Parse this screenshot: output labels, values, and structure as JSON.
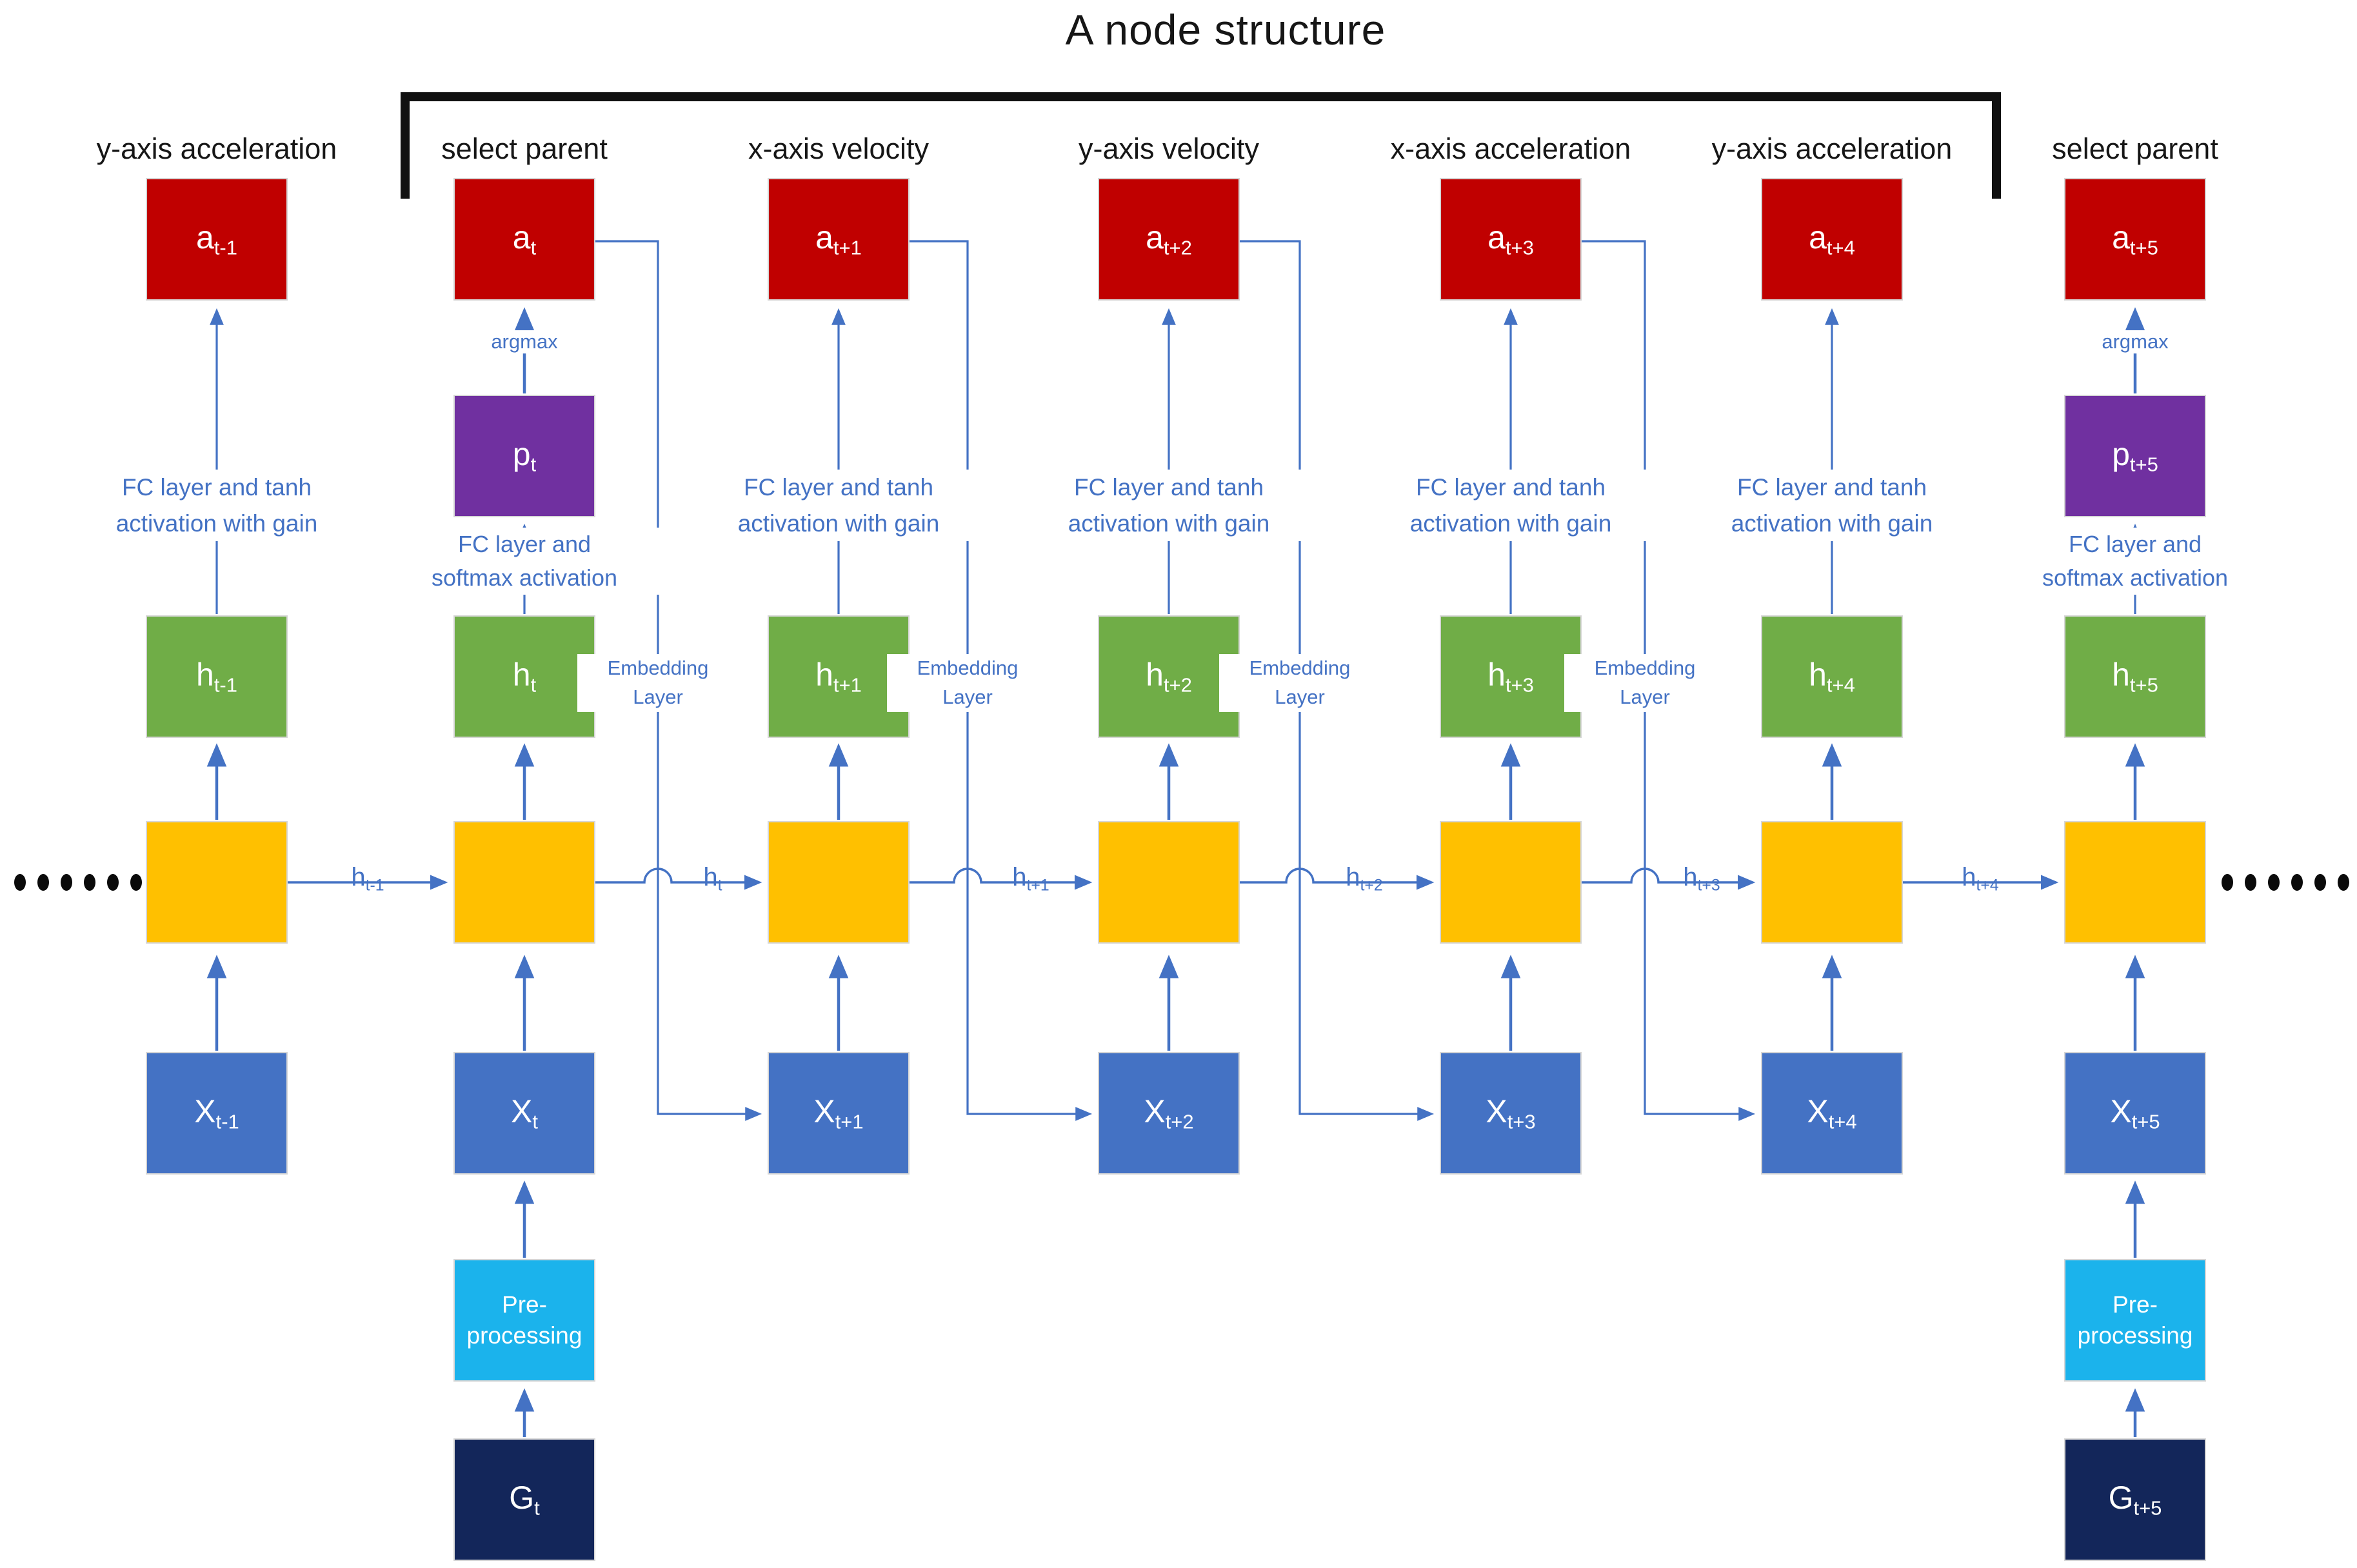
{
  "title": "A node structure",
  "columns": [
    {
      "header": "y-axis acceleration",
      "a": {
        "m": "a",
        "s": "t-1"
      },
      "note": [
        "FC layer and tanh",
        "activation with gain"
      ],
      "h": {
        "m": "h",
        "s": "t-1"
      },
      "x": {
        "m": "X",
        "s": "t-1"
      }
    },
    {
      "header": "select parent",
      "a": {
        "m": "a",
        "s": "t"
      },
      "argmax": "argmax",
      "p": {
        "m": "p",
        "s": "t"
      },
      "note": [
        "FC layer and",
        "softmax activation"
      ],
      "h": {
        "m": "h",
        "s": "t"
      },
      "x": {
        "m": "X",
        "s": "t"
      },
      "pre": [
        "Pre-",
        "processing"
      ],
      "g": {
        "m": "G",
        "s": "t"
      }
    },
    {
      "header": "x-axis velocity",
      "a": {
        "m": "a",
        "s": "t+1"
      },
      "note": [
        "FC layer and tanh",
        "activation with gain"
      ],
      "h": {
        "m": "h",
        "s": "t+1"
      },
      "x": {
        "m": "X",
        "s": "t+1"
      }
    },
    {
      "header": "y-axis velocity",
      "a": {
        "m": "a",
        "s": "t+2"
      },
      "note": [
        "FC layer and tanh",
        "activation with gain"
      ],
      "h": {
        "m": "h",
        "s": "t+2"
      },
      "x": {
        "m": "X",
        "s": "t+2"
      }
    },
    {
      "header": "x-axis acceleration",
      "a": {
        "m": "a",
        "s": "t+3"
      },
      "note": [
        "FC layer and tanh",
        "activation with gain"
      ],
      "h": {
        "m": "h",
        "s": "t+3"
      },
      "x": {
        "m": "X",
        "s": "t+3"
      }
    },
    {
      "header": "y-axis acceleration",
      "a": {
        "m": "a",
        "s": "t+4"
      },
      "note": [
        "FC layer and tanh",
        "activation with gain"
      ],
      "h": {
        "m": "h",
        "s": "t+4"
      },
      "x": {
        "m": "X",
        "s": "t+4"
      }
    },
    {
      "header": "select parent",
      "a": {
        "m": "a",
        "s": "t+5"
      },
      "argmax": "argmax",
      "p": {
        "m": "p",
        "s": "t+5"
      },
      "note": [
        "FC layer and",
        "softmax activation"
      ],
      "h": {
        "m": "h",
        "s": "t+5"
      },
      "x": {
        "m": "X",
        "s": "t+5"
      },
      "pre": [
        "Pre-",
        "processing"
      ],
      "g": {
        "m": "G",
        "s": "t+5"
      }
    }
  ],
  "h_arrows": [
    {
      "m": "h",
      "s": "t-1"
    },
    {
      "m": "h",
      "s": "t"
    },
    {
      "m": "h",
      "s": "t+1"
    },
    {
      "m": "h",
      "s": "t+2"
    },
    {
      "m": "h",
      "s": "t+3"
    },
    {
      "m": "h",
      "s": "t+4"
    }
  ],
  "embedding_label": [
    "Embedding",
    "Layer"
  ],
  "colors": {
    "action_red": "#C00000",
    "prob_purple": "#7030A0",
    "hidden_green": "#70AD47",
    "cell_yellow": "#FFC000",
    "input_blue": "#4472C4",
    "preprocess_cyan": "#1BB3EC",
    "game_navy": "#13265A",
    "wire_blue": "#4472C4",
    "bracket_black": "#111111"
  }
}
